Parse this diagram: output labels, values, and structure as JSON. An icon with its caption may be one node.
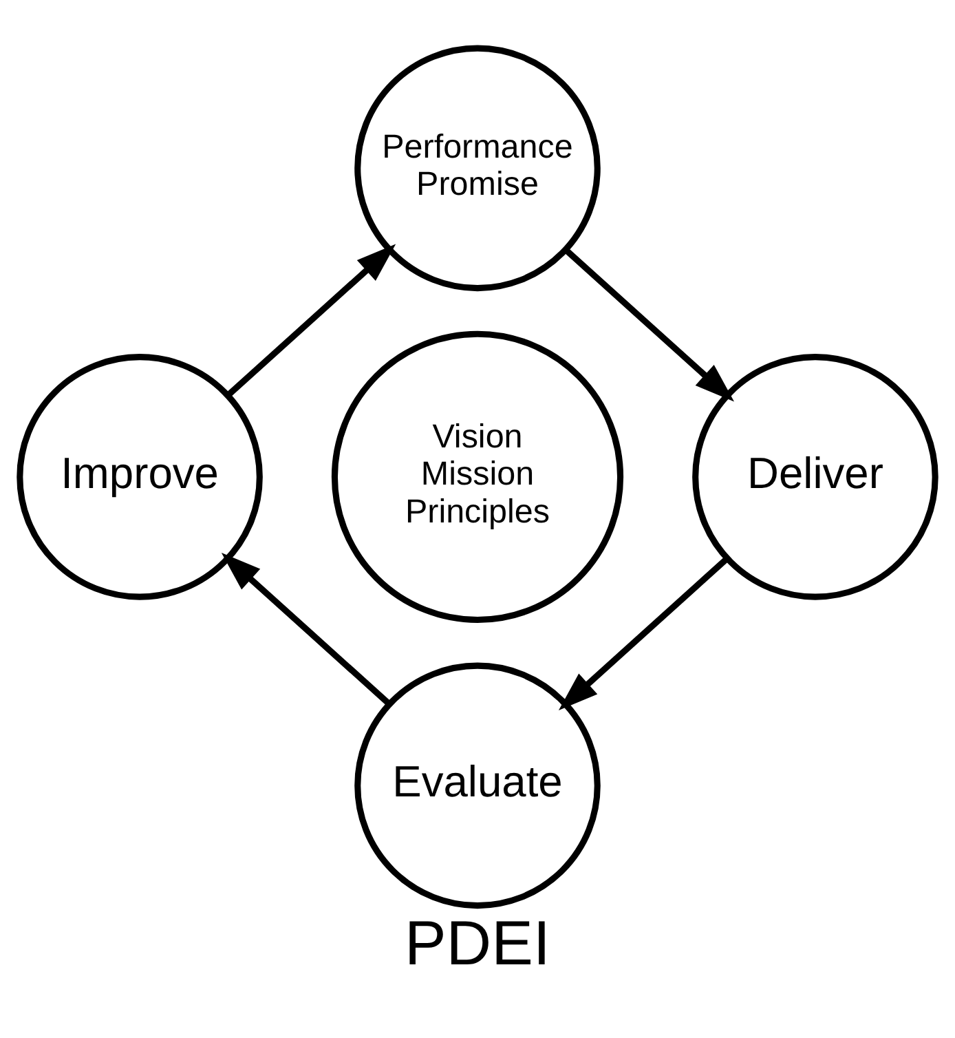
{
  "diagram": {
    "caption": "PDEI",
    "nodes": [
      {
        "text": [
          "Performance Promise"
        ]
      },
      {
        "text": [
          "Deliver"
        ]
      },
      {
        "text": [
          "Evaluate"
        ]
      },
      {
        "text": [
          "Improve"
        ]
      },
      {
        "text": [
          "Vision Mission Principles"
        ]
      }
    ],
    "edges": [
      {
        "from": 0,
        "to": 1,
        "arrow": "to"
      },
      {
        "from": 1,
        "to": 2,
        "arrow": "to"
      },
      {
        "from": 2,
        "to": 3,
        "arrow": "to"
      },
      {
        "from": 3,
        "to": 0,
        "arrow": "to"
      }
    ]
  }
}
